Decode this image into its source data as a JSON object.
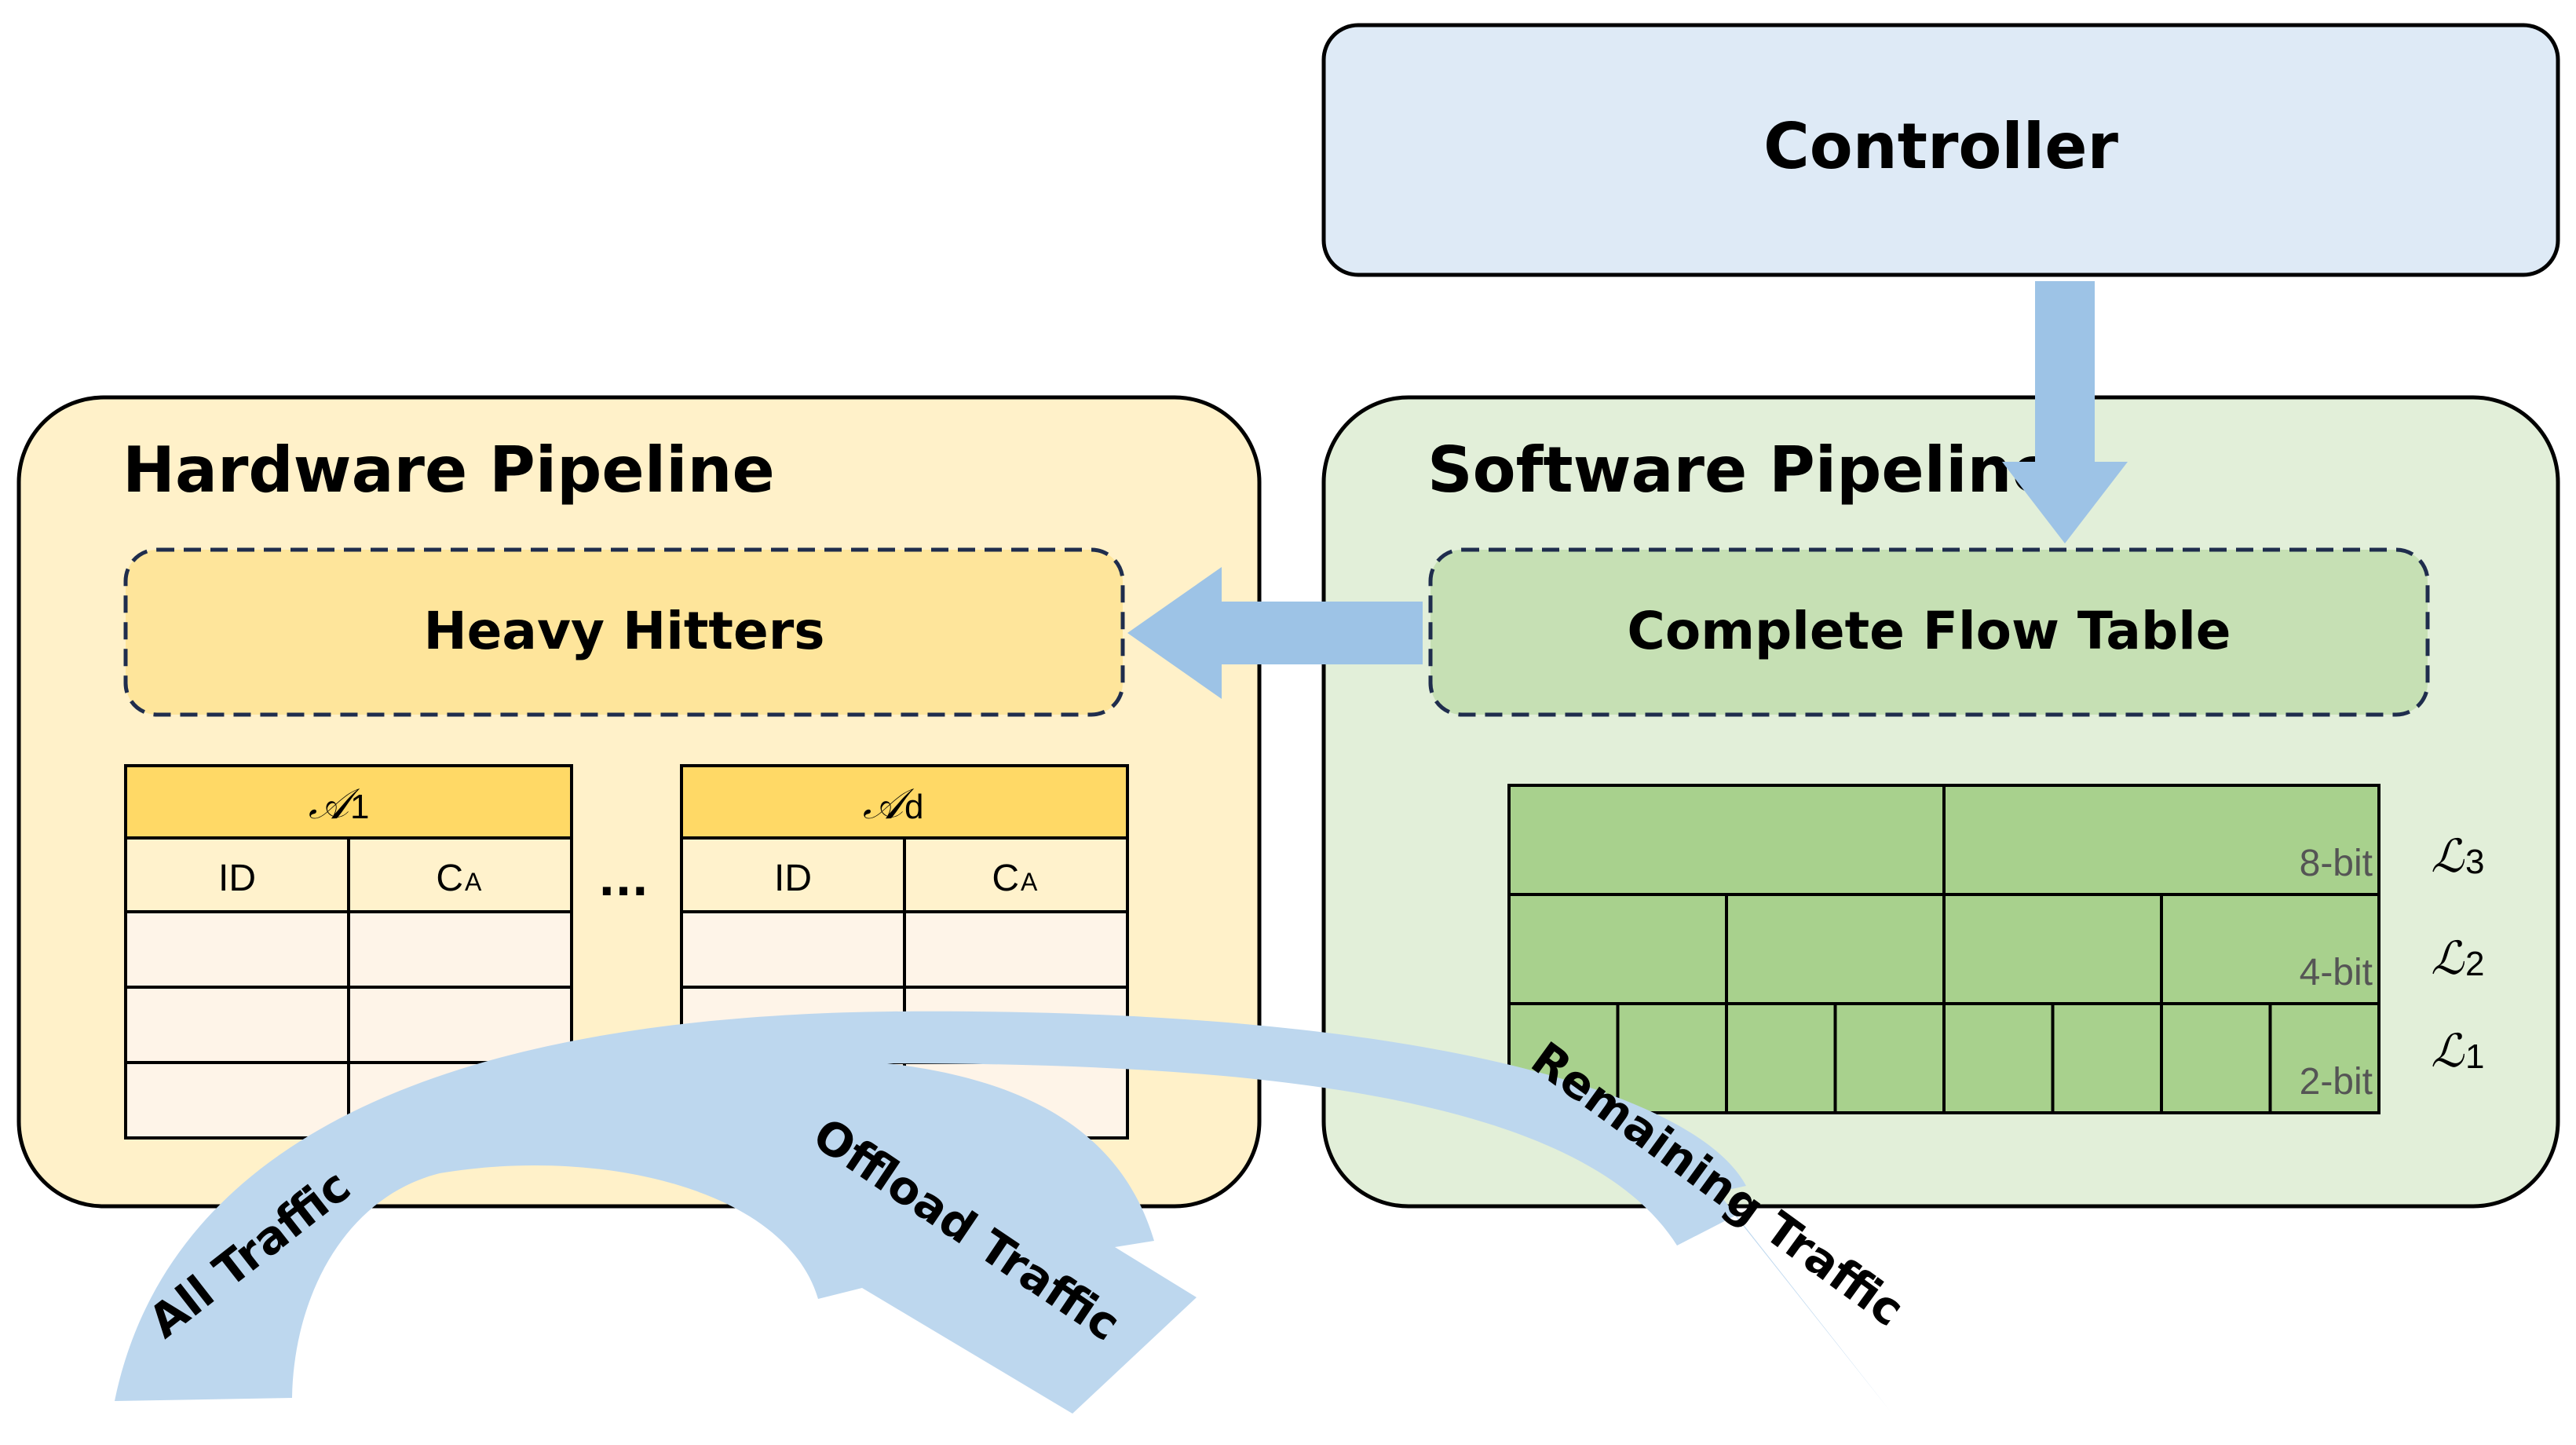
{
  "colors": {
    "controller_fill": "#deeaf6",
    "hardware_fill": "#fff1c9",
    "software_fill": "#e2efd9",
    "heavy_hitters_fill": "#fee59b",
    "flow_table_fill": "#c6e0b4",
    "array_header_fill": "#ffd966",
    "array_subheader_fill": "#fff2cc",
    "array_cell_fill": "#fef4e8",
    "layer_fill": "#a8d18d",
    "arrow_fill": "#9dc3e6",
    "traffic_arrow_fill": "#bdd7ee",
    "border": "#000000"
  },
  "controller": {
    "label": "Controller"
  },
  "hardware": {
    "title": "Hardware Pipeline",
    "heavy_hitters_label": "Heavy Hitters",
    "arrays": [
      {
        "header_main": "𝒜",
        "header_sub": "1",
        "col_id": "ID",
        "col_c_main": "C",
        "col_c_sub": "A"
      },
      {
        "header_main": "𝒜",
        "header_sub": "d",
        "col_id": "ID",
        "col_c_main": "C",
        "col_c_sub": "A"
      }
    ],
    "ellipsis": "..."
  },
  "software": {
    "title": "Software Pipeline",
    "flow_table_label": "Complete Flow Table",
    "layers": [
      {
        "bits": "8-bit",
        "name_main": "ℒ",
        "name_sub": "3",
        "cells": 2
      },
      {
        "bits": "4-bit",
        "name_main": "ℒ",
        "name_sub": "2",
        "cells": 4
      },
      {
        "bits": "2-bit",
        "name_main": "ℒ",
        "name_sub": "1",
        "cells": 8
      }
    ]
  },
  "traffic": {
    "all": "All Traffic",
    "offload": "Offload Traffic",
    "remaining": "Remaining Traffic"
  },
  "icons": {
    "controller_to_flow_table": "arrow-down-icon",
    "flow_table_to_heavy_hitters": "arrow-left-icon",
    "traffic_split": "curved-split-arrow-icon"
  }
}
